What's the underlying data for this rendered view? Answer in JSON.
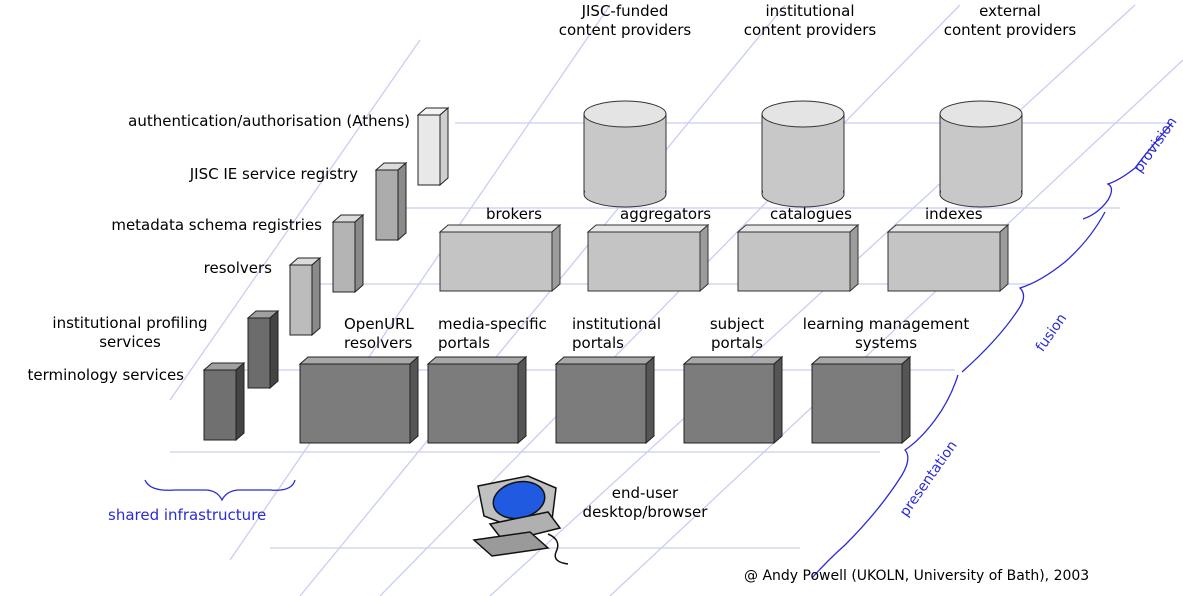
{
  "colors": {
    "grid": "#c9cdf3",
    "accent": "#2b2bd6",
    "dark_box": "#7c7c7c",
    "mid_box": "#b8b8b8",
    "light_box": "#dedede"
  },
  "providers": [
    {
      "line1": "JISC-funded",
      "line2": "content providers"
    },
    {
      "line1": "institutional",
      "line2": "content providers"
    },
    {
      "line1": "external",
      "line2": "content providers"
    }
  ],
  "fusion": [
    "brokers",
    "aggregators",
    "catalogues",
    "indexes"
  ],
  "presentation": [
    {
      "line1": "OpenURL",
      "line2": "resolvers"
    },
    {
      "line1": "media-specific",
      "line2": "portals"
    },
    {
      "line1": "institutional",
      "line2": "portals"
    },
    {
      "line1": "subject",
      "line2": "portals"
    },
    {
      "line1": "learning management",
      "line2": "systems"
    }
  ],
  "shared": {
    "authentication": "authentication/authorisation (Athens)",
    "service_registry": "JISC IE service registry",
    "metadata_registries": "metadata schema registries",
    "resolvers": "resolvers",
    "profiling_line1": "institutional profiling",
    "profiling_line2": "services",
    "terminology": "terminology services",
    "caption": "shared infrastructure"
  },
  "layers": {
    "provision": "provision",
    "fusion": "fusion",
    "presentation": "presentation"
  },
  "end_user": {
    "line1": "end-user",
    "line2": "desktop/browser"
  },
  "credit": "@ Andy Powell (UKOLN, University of Bath), 2003"
}
